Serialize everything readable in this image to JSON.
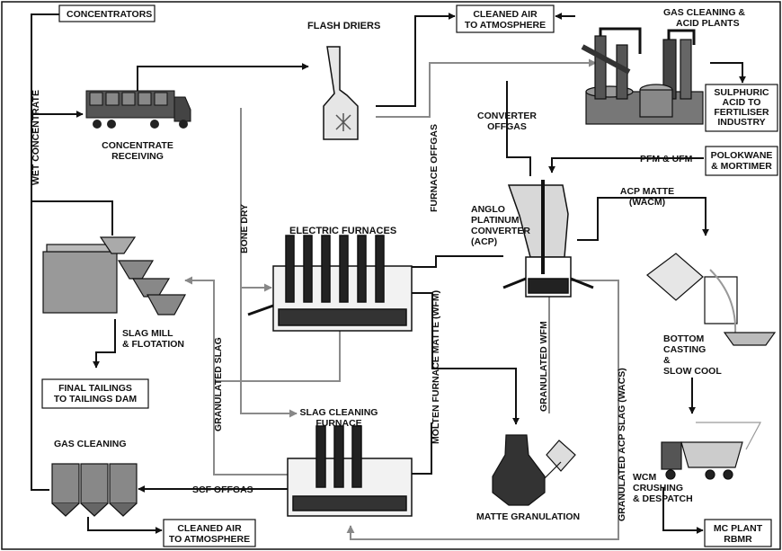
{
  "labels": {
    "concentrators": "CONCENTRATORS",
    "wet_concentrate": "WET CONCENTRATE",
    "flash_driers": "FLASH DRIERS",
    "cleaned_air_top": [
      "CLEANED AIR",
      "TO ATMOSPHERE"
    ],
    "gas_cleaning_acid": [
      "GAS CLEANING &",
      "ACID PLANTS"
    ],
    "sulphuric": [
      "SULPHURIC",
      "ACID TO",
      "FERTILISER",
      "INDUSTRY"
    ],
    "concentrate_receiving": [
      "CONCENTRATE",
      "RECEIVING"
    ],
    "converter_offgas": [
      "CONVERTER",
      "OFFGAS"
    ],
    "furnace_offgas": "FURNACE OFFGAS",
    "pfm_ufm": "PFM & UFM",
    "polokwane": [
      "POLOKWANE",
      "& MORTIMER"
    ],
    "bone_dry": "BONE DRY",
    "anglo": [
      "ANGLO",
      "PLATINUM",
      "CONVERTER",
      "(ACP)"
    ],
    "acp_matte": [
      "ACP MATTE",
      "(WACM)"
    ],
    "electric_furnaces": "ELECTRIC FURNACES",
    "slag_mill": [
      "SLAG MILL",
      "& FLOTATION"
    ],
    "granulated_slag": "GRANULATED SLAG",
    "molten_furnace_matte": "MOLTEN FURNACE MATTE (WFM)",
    "granulated_wfm": "GRANULATED WFM",
    "granulated_acp_slag": "GRANULATED ACP SLAG (WACS)",
    "bottom_casting": [
      "BOTTOM",
      "CASTING",
      "&",
      "SLOW COOL"
    ],
    "final_tailings": [
      "FINAL TAILINGS",
      "TO TAILINGS DAM"
    ],
    "slag_cleaning": [
      "SLAG CLEANING",
      "FURNACE"
    ],
    "gas_cleaning": "GAS CLEANING",
    "scf_offgas": "SCF OFFGAS",
    "cleaned_air_bottom": [
      "CLEANED AIR",
      "TO ATMOSPHERE"
    ],
    "matte_granulation": "MATTE GRANULATION",
    "wcm": [
      "WCM",
      "CRUSHING",
      "& DESPATCH"
    ],
    "mc_plant": [
      "MC PLANT",
      "RBMR"
    ]
  }
}
